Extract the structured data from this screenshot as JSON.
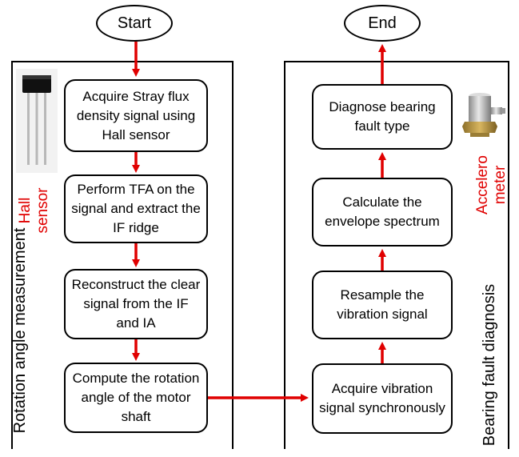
{
  "start_label": "Start",
  "end_label": "End",
  "left_panel": {
    "title": "Rotation angle measurement",
    "sensor_label_line1": "Hall",
    "sensor_label_line2": "sensor",
    "steps": [
      "Acquire Stray flux density signal using Hall sensor",
      "Perform TFA on the signal and extract the IF ridge",
      "Reconstruct the clear signal from the IF and IA",
      "Compute the rotation angle of the motor shaft"
    ]
  },
  "right_panel": {
    "title": "Bearing fault diagnosis",
    "sensor_label_line1": "Accelero",
    "sensor_label_line2": "meter",
    "steps": [
      "Diagnose bearing fault type",
      "Calculate the envelope spectrum",
      "Resample the vibration signal",
      "Acquire vibration signal synchronously"
    ]
  },
  "colors": {
    "arrow": "#e00000",
    "label": "#e00000",
    "border": "#000000"
  },
  "icons": [
    "hall-sensor-image",
    "accelerometer-image"
  ]
}
